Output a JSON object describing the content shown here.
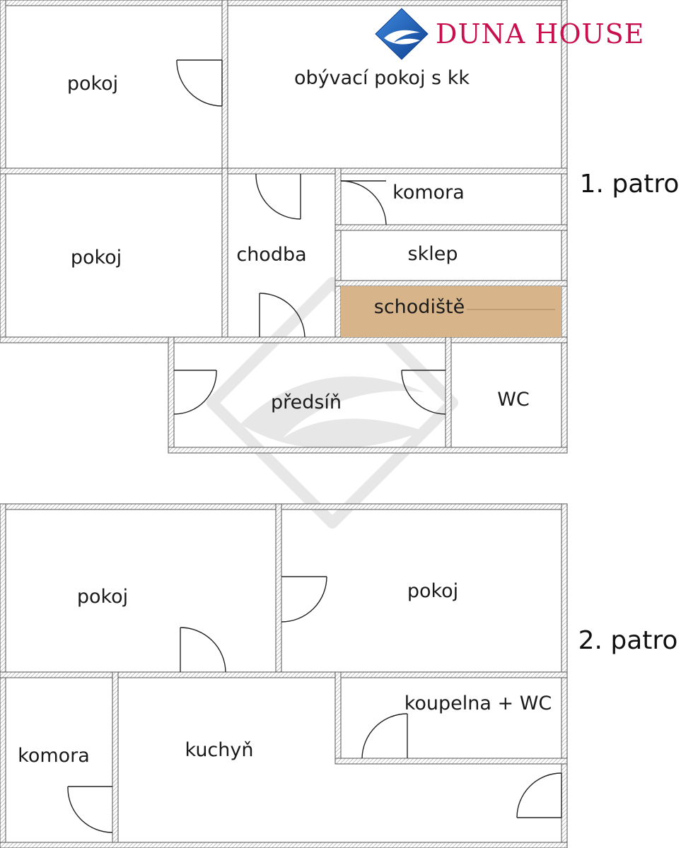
{
  "brand": {
    "name": "DUNA HOUSE",
    "logo_icon": "duna-house-wave-diamond-icon",
    "color": "#c8104f",
    "logo_blue": "#1a5bb5"
  },
  "colors": {
    "wall_outline": "#555555",
    "wall_hatch": "#9a9a9a",
    "stair_fill": "#d8b48a"
  },
  "floors": [
    {
      "label": "1. patro",
      "rooms": [
        {
          "id": "pokoj-1",
          "label": "pokoj"
        },
        {
          "id": "obyvaci-pokoj",
          "label": "obývací pokoj s kk"
        },
        {
          "id": "pokoj-2",
          "label": "pokoj"
        },
        {
          "id": "chodba",
          "label": "chodba"
        },
        {
          "id": "komora-1",
          "label": "komora"
        },
        {
          "id": "sklep",
          "label": "sklep"
        },
        {
          "id": "schodiste",
          "label": "schodiště"
        },
        {
          "id": "predsin",
          "label": "předsíň"
        },
        {
          "id": "wc",
          "label": "WC"
        }
      ]
    },
    {
      "label": "2. patro",
      "rooms": [
        {
          "id": "pokoj-3",
          "label": "pokoj"
        },
        {
          "id": "pokoj-4",
          "label": "pokoj"
        },
        {
          "id": "komora-2",
          "label": "komora"
        },
        {
          "id": "kuchyn",
          "label": "kuchyň"
        },
        {
          "id": "koupelna",
          "label": "koupelna + WC"
        }
      ]
    }
  ]
}
